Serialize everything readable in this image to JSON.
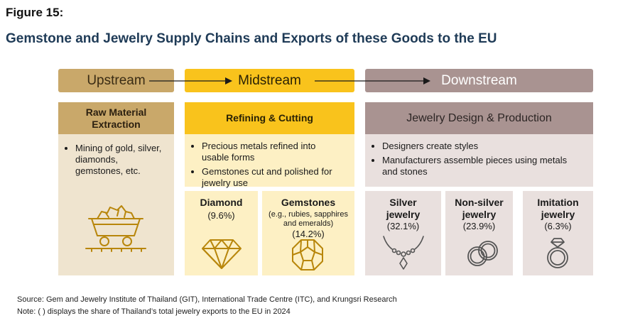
{
  "figure_label": "Figure 15:",
  "title": "Gemstone and Jewelry Supply Chains and Exports of these Goods to the EU",
  "stages": {
    "upstream": "Upstream",
    "midstream": "Midstream",
    "downstream": "Downstream"
  },
  "upstream": {
    "heading": "Raw Material Extraction",
    "bullets": [
      "Mining of gold, silver, diamonds, gemstones, etc."
    ],
    "icon": "mine-cart-icon"
  },
  "midstream": {
    "heading": "Refining & Cutting",
    "bullets": [
      "Precious metals refined into usable forms",
      "Gemstones cut and polished for jewelry use"
    ],
    "cards": [
      {
        "name": "Diamond",
        "sub": "",
        "share": "(9.6%)",
        "icon": "diamond-icon"
      },
      {
        "name": "Gemstones",
        "sub": "(e.g., rubies, sapphires and emeralds)",
        "share": "(14.2%)",
        "icon": "gemstone-icon"
      }
    ]
  },
  "downstream": {
    "heading": "Jewelry Design & Production",
    "bullets": [
      "Designers create styles",
      "Manufacturers assemble pieces using metals and stones"
    ],
    "cards": [
      {
        "name": "Silver jewelry",
        "share": "(32.1%)",
        "icon": "necklace-icon"
      },
      {
        "name": "Non-silver jewelry",
        "share": "(23.9%)",
        "icon": "rings-icon"
      },
      {
        "name": "Imitation jewelry",
        "share": "(6.3%)",
        "icon": "ring-icon"
      }
    ]
  },
  "colors": {
    "upstream": "#c9a86a",
    "midstream": "#f9c31c",
    "downstream": "#a99391",
    "icon_gold": "#b8860b"
  },
  "footer": {
    "source": "Source: Gem and Jewelry Institute of Thailand (GIT), International Trade Centre (ITC), and Krungsri Research",
    "note": "Note: ( ) displays the share of Thailand’s total jewelry exports to the EU in 2024"
  }
}
